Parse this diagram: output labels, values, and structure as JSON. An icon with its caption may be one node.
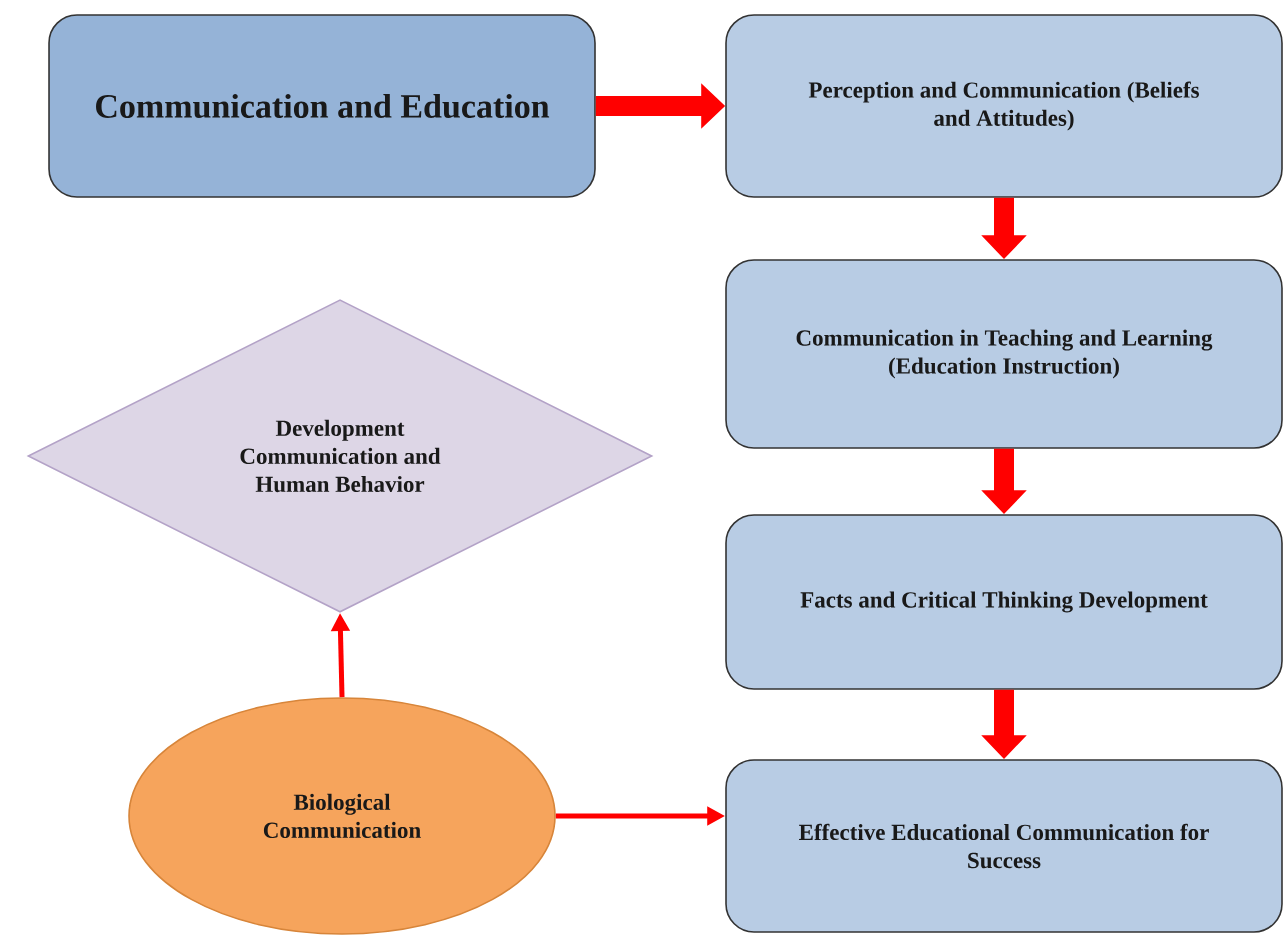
{
  "diagram": {
    "nodes": [
      {
        "text": [
          "Communication and Education"
        ]
      },
      {
        "text": [
          "Perception and Communication (Beliefs and Attitudes)"
        ]
      },
      {
        "text": [
          "Communication in Teaching and Learning (Education Instruction)"
        ]
      },
      {
        "text": [
          "Facts and Critical Thinking Development"
        ]
      },
      {
        "text": [
          "Effective Educational Communication for Success"
        ]
      },
      {
        "text": [
          "Development Communication and Human Behavior"
        ]
      },
      {
        "text": [
          "Biological Communication"
        ]
      }
    ],
    "edges": [
      {
        "from": 0,
        "to": 1,
        "arrow": "to"
      },
      {
        "from": 1,
        "to": 2,
        "arrow": "to"
      },
      {
        "from": 2,
        "to": 3,
        "arrow": "to"
      },
      {
        "from": 3,
        "to": 4,
        "arrow": "to"
      },
      {
        "from": 6,
        "to": 5,
        "arrow": "to"
      },
      {
        "from": 6,
        "to": 4,
        "arrow": "to"
      }
    ]
  }
}
